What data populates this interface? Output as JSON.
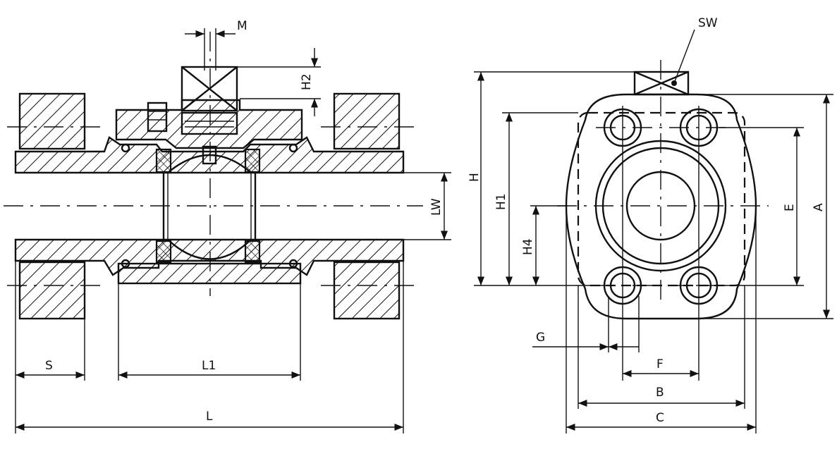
{
  "drawing": {
    "labels": {
      "M": "M",
      "H2": "H2",
      "LW": "LW",
      "S": "S",
      "L1": "L1",
      "L": "L",
      "SW": "SW",
      "H": "H",
      "H1": "H1",
      "H4": "H4",
      "E": "E",
      "A": "A",
      "G": "G",
      "F": "F",
      "B": "B",
      "C": "C"
    }
  }
}
